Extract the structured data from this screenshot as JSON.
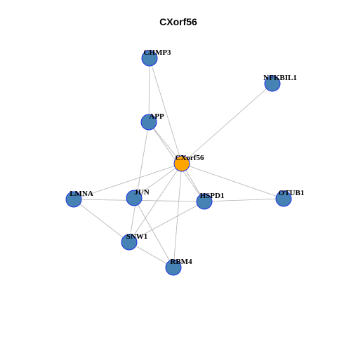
{
  "title": "CXorf56",
  "colors": {
    "center_fill": "#FFA500",
    "node_fill": "#4682B4",
    "node_stroke": "#1E2FE6",
    "edge": "#B3B3B3",
    "background": "#FFFFFF"
  },
  "nodes": [
    {
      "id": "CHMP3",
      "label": "CHMP3",
      "role": "neighbor"
    },
    {
      "id": "NFKBIL1",
      "label": "NFKBIL1",
      "role": "neighbor"
    },
    {
      "id": "APP",
      "label": "APP",
      "role": "neighbor"
    },
    {
      "id": "CXorf56",
      "label": "CXorf56",
      "role": "center"
    },
    {
      "id": "LMNA",
      "label": "LMNA",
      "role": "neighbor"
    },
    {
      "id": "JUN",
      "label": "JUN",
      "role": "neighbor"
    },
    {
      "id": "HSPD1",
      "label": "HSPD1",
      "role": "neighbor"
    },
    {
      "id": "OTUB1",
      "label": "OTUB1",
      "role": "neighbor"
    },
    {
      "id": "SNW1",
      "label": "SNW1",
      "role": "neighbor"
    },
    {
      "id": "RBM4",
      "label": "RBM4",
      "role": "neighbor"
    }
  ],
  "edges": [
    [
      "CXorf56",
      "CHMP3"
    ],
    [
      "CXorf56",
      "NFKBIL1"
    ],
    [
      "CXorf56",
      "APP"
    ],
    [
      "CXorf56",
      "LMNA"
    ],
    [
      "CXorf56",
      "JUN"
    ],
    [
      "CXorf56",
      "HSPD1"
    ],
    [
      "CXorf56",
      "OTUB1"
    ],
    [
      "CXorf56",
      "SNW1"
    ],
    [
      "CXorf56",
      "RBM4"
    ],
    [
      "CHMP3",
      "APP"
    ],
    [
      "APP",
      "HSPD1"
    ],
    [
      "APP",
      "SNW1"
    ],
    [
      "LMNA",
      "HSPD1"
    ],
    [
      "LMNA",
      "SNW1"
    ],
    [
      "JUN",
      "RBM4"
    ],
    [
      "HSPD1",
      "OTUB1"
    ],
    [
      "HSPD1",
      "SNW1"
    ],
    [
      "SNW1",
      "RBM4"
    ]
  ]
}
